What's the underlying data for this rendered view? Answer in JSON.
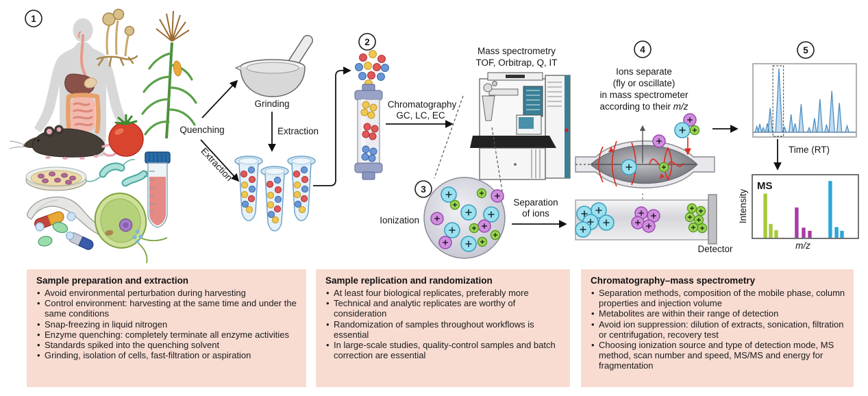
{
  "figure": {
    "step_labels": [
      "1",
      "2",
      "3",
      "4",
      "5"
    ],
    "labels": {
      "quenching": "Quenching",
      "grinding": "Grinding",
      "extraction_down": "Extraction",
      "extraction_diag": "Extraction",
      "chromatography": "Chromatography",
      "chromatography_methods": "GC, LC, EC",
      "mass_spectrometry": "Mass spectrometry",
      "ms_instruments": "TOF, Orbitrap, Q, IT",
      "ionization": "Ionization",
      "separation_1": "Separation",
      "separation_2": "of ions",
      "step4_line1": "Ions separate",
      "step4_line2": "(fly or oscillate)",
      "step4_line3": "in mass spectrometer",
      "step4_line4_prefix": "according to their ",
      "step4_line4_italic": "m/z",
      "detector": "Detector"
    }
  },
  "chart_data": [
    {
      "type": "line",
      "role": "chromatogram",
      "xlabel": "Time (RT)",
      "line_color": "#4d8fc4",
      "fill_color": "#c3dcef",
      "highlight_region": [
        0.185,
        0.29
      ],
      "peaks": [
        [
          0.025,
          0.09
        ],
        [
          0.055,
          0.13
        ],
        [
          0.09,
          0.07
        ],
        [
          0.13,
          0.14
        ],
        [
          0.158,
          0.38
        ],
        [
          0.245,
          1.0
        ],
        [
          0.3,
          0.08
        ],
        [
          0.365,
          0.28
        ],
        [
          0.405,
          0.14
        ],
        [
          0.465,
          0.44
        ],
        [
          0.545,
          0.07
        ],
        [
          0.598,
          0.22
        ],
        [
          0.652,
          0.52
        ],
        [
          0.718,
          0.12
        ],
        [
          0.77,
          0.65
        ],
        [
          0.845,
          0.46
        ],
        [
          0.922,
          0.1
        ]
      ]
    },
    {
      "type": "bar",
      "role": "ms-spectrum",
      "title": "MS",
      "xlabel": "m/z",
      "ylabel": "Intensity",
      "groups": [
        {
          "color": "#a6c93c",
          "bars": [
            [
              0.123,
              0.7
            ],
            [
              0.174,
              0.22
            ],
            [
              0.226,
              0.12
            ]
          ]
        },
        {
          "color": "#a63ca6",
          "bars": [
            [
              0.419,
              0.48
            ],
            [
              0.484,
              0.16
            ],
            [
              0.542,
              0.11
            ]
          ]
        },
        {
          "color": "#2aa5d8",
          "bars": [
            [
              0.735,
              0.9
            ],
            [
              0.794,
              0.17
            ],
            [
              0.845,
              0.11
            ]
          ]
        }
      ]
    }
  ],
  "boxes": [
    {
      "title": "Sample preparation and extraction",
      "bullets": [
        "Avoid environmental perturbation during harvesting",
        "Control environment: harvesting at the same time and under the same conditions",
        "Snap-freezing in liquid nitrogen",
        "Enzyme quenching: completely terminate all enzyme activities",
        "Standards spiked into the quenching solvent",
        "Grinding, isolation of cells, fast-filtration or aspiration"
      ]
    },
    {
      "title": "Sample replication and randomization",
      "bullets": [
        "At least four biological replicates, preferably more",
        "Technical and analytic replicates are worthy of consideration",
        "Randomization of samples throughout workflows is essential",
        "In large-scale studies, quality-control samples and batch correction are essential"
      ]
    },
    {
      "title": "Chromatography–mass spectrometry",
      "bullets": [
        "Separation methods, composition of the mobile phase, column properties and injection volume",
        "Metabolites are within their range of detection",
        "Avoid ion suppression: dilution of extracts, sonication, filtration or centrifugation, recovery test",
        "Choosing ionization source and type of detection mode, MS method, scan number and speed, MS/MS and energy for fragmentation"
      ]
    }
  ],
  "colors": {
    "box_bg": "#f8dcd2",
    "ion_cyan": "#9be0ee",
    "ion_purple": "#cf8fdc",
    "ion_green": "#9ad455",
    "dot_red": "#e05858",
    "dot_yellow": "#f0c850",
    "dot_blue": "#6b97d6"
  }
}
